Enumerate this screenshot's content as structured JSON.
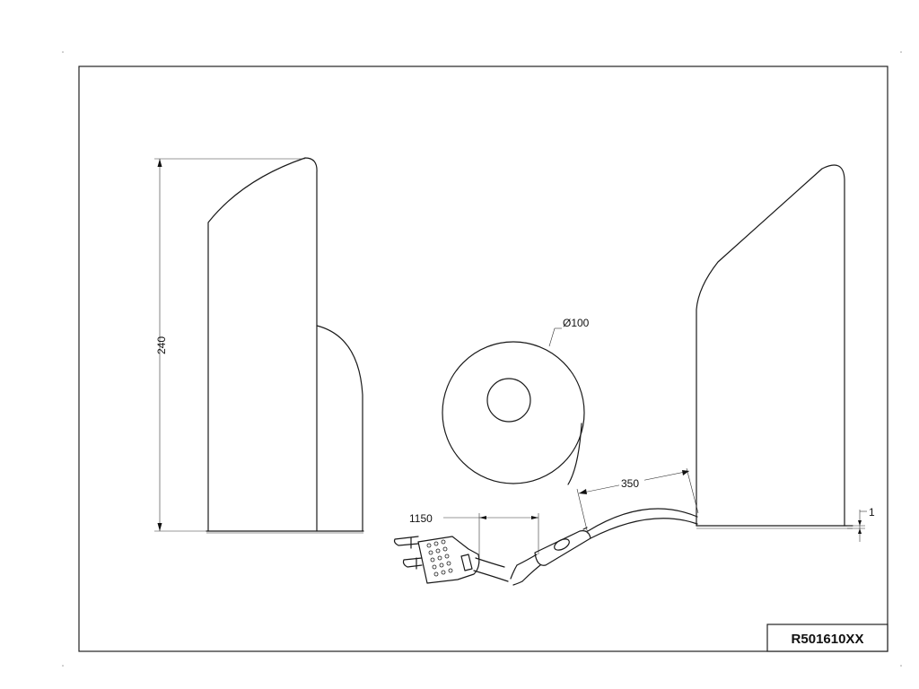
{
  "drawing": {
    "dimensions": {
      "height": "240",
      "diameter": "Ø100",
      "cord_to_switch": "350",
      "cord_to_plug": "1150",
      "base_thickness": "1"
    },
    "title_block": {
      "code": "R501610XX"
    }
  }
}
